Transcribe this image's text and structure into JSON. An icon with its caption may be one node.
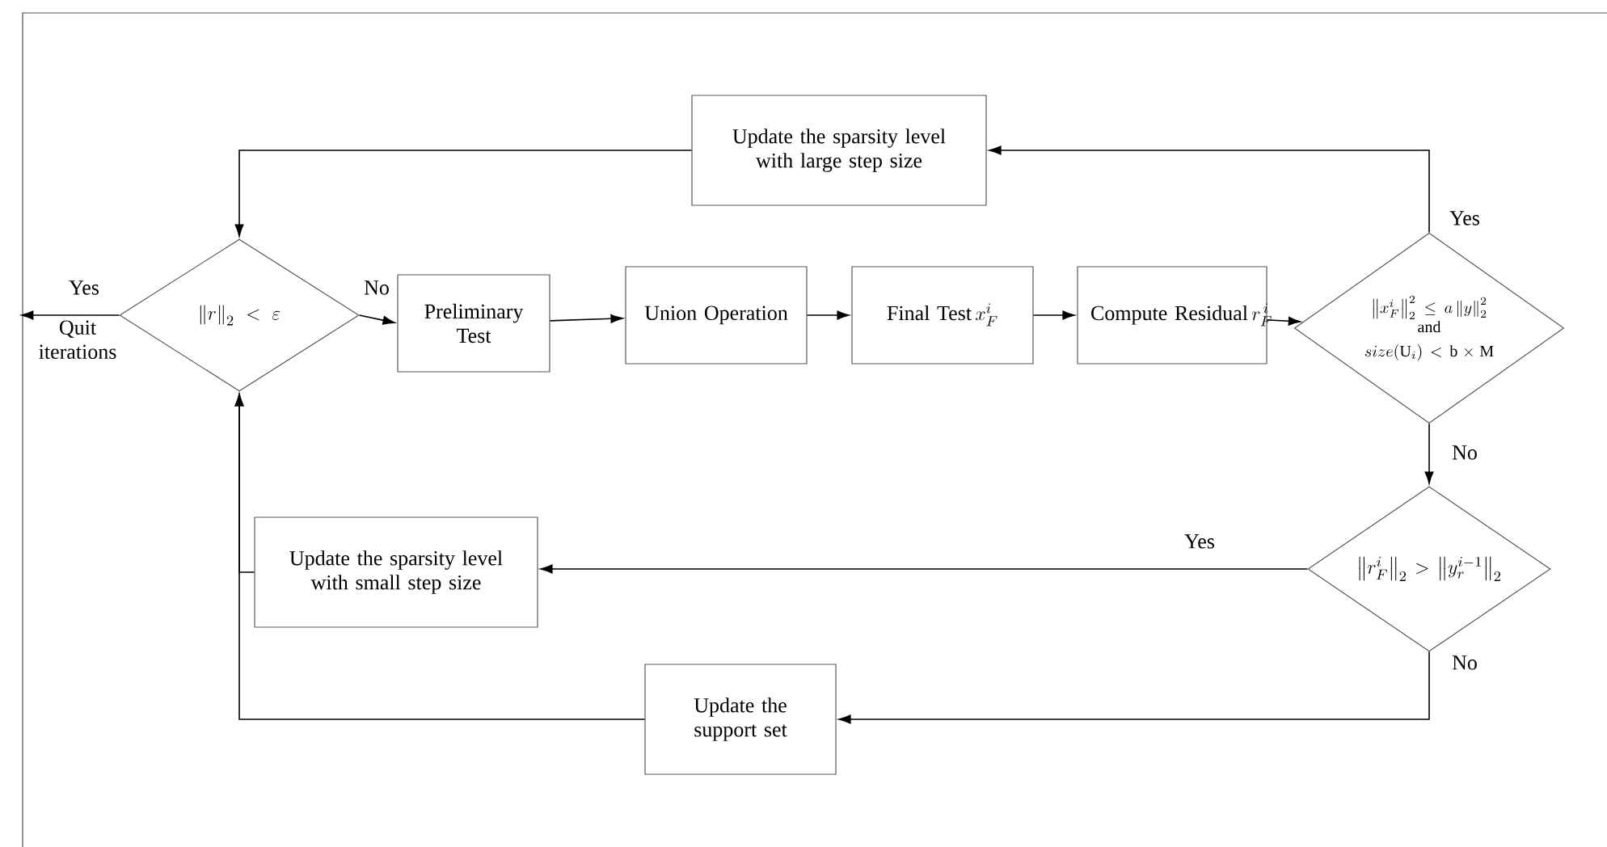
{
  "diagram": {
    "nodes": [
      {
        "text": [
          "\\left\\|r\\right\\|_2 < \\varepsilon"
        ]
      },
      {
        "text": [
          "Preliminary Test"
        ]
      },
      {
        "text": [
          "Union Operation"
        ]
      },
      {
        "text": [
          "Final Test",
          "x_F^i"
        ]
      },
      {
        "text": [
          "Compute Residual",
          "r_F^{\\,i}"
        ]
      },
      {
        "text": [
          "\\left\\|x_F^i\\right\\|_2^2 \\le a\\left\\|y\\right\\|_2^2",
          "and",
          "size(\\mathrm{U}_i) < \\mathrm{b}\\times\\mathrm{M}"
        ]
      },
      {
        "text": [
          "Update the sparsity level with large step size"
        ]
      },
      {
        "text": [
          "\\left\\|r_F^i\\right\\|_2 > \\left\\|y_r^{i-1}\\right\\|_2"
        ]
      },
      {
        "text": [
          "Update the sparsity level with small step size"
        ]
      },
      {
        "text": [
          "Update the support set"
        ]
      },
      {
        "text": [
          "Quit iterations"
        ]
      }
    ],
    "edges": [
      {
        "from": 0,
        "to": 10,
        "arrow": "to",
        "label": "Yes"
      },
      {
        "from": 0,
        "to": 1,
        "arrow": "to",
        "label": "No"
      },
      {
        "from": 1,
        "to": 2,
        "arrow": "to"
      },
      {
        "from": 2,
        "to": 3,
        "arrow": "to"
      },
      {
        "from": 3,
        "to": 4,
        "arrow": "to"
      },
      {
        "from": 4,
        "to": 5,
        "arrow": "to"
      },
      {
        "from": 5,
        "to": 6,
        "arrow": "to",
        "label": "Yes"
      },
      {
        "from": 6,
        "to": 0,
        "arrow": "to"
      },
      {
        "from": 5,
        "to": 7,
        "arrow": "to",
        "label": "No"
      },
      {
        "from": 7,
        "to": 8,
        "arrow": "to",
        "label": "Yes"
      },
      {
        "from": 8,
        "to": 0,
        "arrow": "to"
      },
      {
        "from": 7,
        "to": 9,
        "arrow": "to",
        "label": "No"
      },
      {
        "from": 9,
        "to": 0,
        "arrow": "to"
      }
    ]
  }
}
